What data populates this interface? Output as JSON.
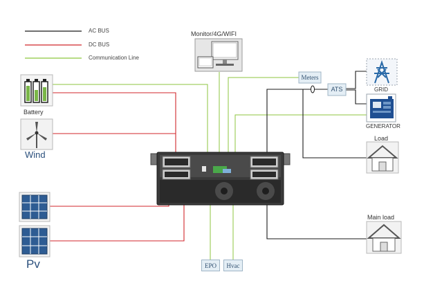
{
  "legend": {
    "ac_bus": "AC BUS",
    "dc_bus": "DC BUS",
    "comm_line": "Communication Line"
  },
  "labels": {
    "monitor": "Monitor/4G/WIFI",
    "meters": "Meters",
    "ats": "ATS",
    "grid": "GRID",
    "generator": "GENERATOR",
    "battery": "Battery",
    "wind": "Wind",
    "load": "Load",
    "main_load": "Main load",
    "pv": "Pv",
    "epo": "EPO",
    "hvac": "Hvac"
  },
  "colors": {
    "ac_bus": "#1a1a1a",
    "dc_bus": "#d0262b",
    "comm_line": "#8cc63f",
    "label_blue": "#2a4f7c",
    "box_fill": "#e4eef5"
  },
  "icons": {
    "monitor": "desktop-computer-icon",
    "battery": "battery-icon",
    "wind": "wind-turbine-icon",
    "pv": "solar-panel-icon",
    "grid": "power-tower-icon",
    "generator": "generator-icon",
    "load": "house-icon",
    "inverter": "rack-inverter-icon"
  }
}
